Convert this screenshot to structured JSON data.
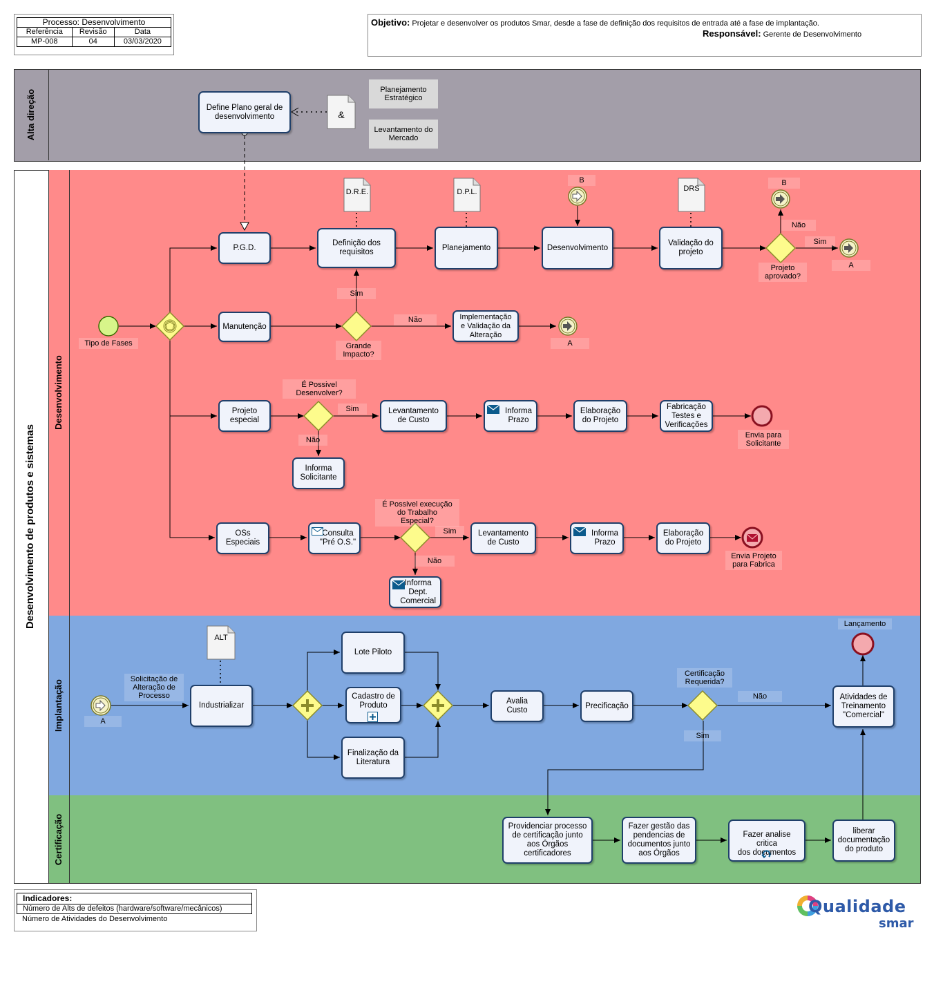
{
  "header": {
    "process_label": "Processo: Desenvolvimento",
    "col_ref": "Referência",
    "col_rev": "Revisão",
    "col_date": "Data",
    "ref": "MP-008",
    "rev": "04",
    "date": "03/03/2020",
    "objective_label": "Objetivo:",
    "objective_text": "Projetar e desenvolver os produtos Smar, desde a fase de definição dos requisitos de entrada até a fase de implantação.",
    "responsible_label": "Responsável:",
    "responsible_text": "Gerente de Desenvolvimento"
  },
  "pools": {
    "top_lane": "Alta direção",
    "main_pool": "Desenvolvimento de produtos e sistemas",
    "lane_dev": "Desenvolvimento",
    "lane_impl": "Implantação",
    "lane_cert": "Certificação"
  },
  "colors": {
    "top_lane": "#a39ea9",
    "dev": "#ff8a8a",
    "impl": "#80a8e0",
    "cert": "#80c080",
    "gateway": "#fdfb8c",
    "task_border": "#1f3f6a"
  },
  "alta": {
    "define_plano": "Define Plano geral de\ndesenvolvimento",
    "ampersand": "&",
    "planejamento": "Planejamento\nEstratégico",
    "levantamento_mercado": "Levantamento do\nMercado"
  },
  "dev": {
    "tipo_fases": "Tipo de Fases",
    "pgd": "P.G.D.",
    "definicao": "Definição dos\nrequisitos",
    "planejamento": "Planejamento",
    "desenvolvimento": "Desenvolvimento",
    "validacao": "Validação do\nprojeto",
    "doc_dre": "D.R.E.",
    "doc_dpl": "D.P.L.",
    "doc_drs": "DRS",
    "link_b_in": "B",
    "link_b_out": "B",
    "projeto_aprovado": "Projeto\naprovado?",
    "nao_1": "Não",
    "sim_1": "Sim",
    "link_a_1": "A",
    "manutencao": "Manutenção",
    "sim_2": "Sim",
    "grande_impacto": "Grande\nImpacto?",
    "nao_2": "Não",
    "implementacao": "Implementação\ne Validação da\nAlteração",
    "link_a_2": "A",
    "projeto_especial": "Projeto\nespecial",
    "possivel_desenvolver": "É Possivel\nDesenvolver?",
    "sim_3": "Sim",
    "nao_3": "Não",
    "levantamento_custo_1": "Levantamento\nde Custo",
    "informa_prazo_1": "Informa\nPrazo",
    "elaboracao_1": "Elaboração\ndo Projeto",
    "fabricacao": "Fabricação\nTestes e\nVerificações",
    "envia_solicitante": "Envia para\nSolicitante",
    "informa_solicitante": "Informa\nSolicitante",
    "oss_especiais": "OSs\nEspeciais",
    "consulta_pre_os": "Consulta\n\"Pré O.S.\"",
    "possivel_execucao": "É Possivel execução\ndo Trabalho\nEspecial?",
    "sim_4": "Sim",
    "nao_4": "Não",
    "levantamento_custo_2": "Levantamento\nde Custo",
    "informa_prazo_2": "Informa\nPrazo",
    "elaboracao_2": "Elaboração\ndo Projeto",
    "envia_fabrica": "Envia Projeto\npara Fabrica",
    "informa_comercial": "Informa\nDept.\nComercial"
  },
  "impl": {
    "link_a": "A",
    "solicitacao": "Solicitação de\nAlteração de\nProcesso",
    "doc_alt": "ALT",
    "industrializar": "Industrializar",
    "lote_piloto": "Lote Piloto",
    "cadastro": "Cadastro de\nProduto",
    "finalizacao": "Finalização da\nLiteratura",
    "avalia_custo": "Avalia\nCusto",
    "precificacao": "Precificação",
    "certificacao_requerida": "Certificação\nRequerida?",
    "nao": "Não",
    "sim": "Sim",
    "lancamento": "Lançamento",
    "atividades": "Atividades de\nTreinamento\n\"Comercial\""
  },
  "cert": {
    "providenciar": "Providenciar  processo\nde certificação junto\naos Órgãos\ncertificadores",
    "gestao": "Fazer gestão das\npendencias de\ndocumentos junto\naos Órgãos",
    "analise": "Fazer analise critica\ndos documentos",
    "liberar": "liberar\ndocumentação\ndo produto"
  },
  "indicators": {
    "title": "Indicadores:",
    "items": [
      "Número de Alts de defeitos (hardware/software/mecânicos)",
      "Número de Atividades do Desenvolvimento"
    ]
  },
  "logo": {
    "word1": "Qualidade",
    "word2": "smar"
  }
}
